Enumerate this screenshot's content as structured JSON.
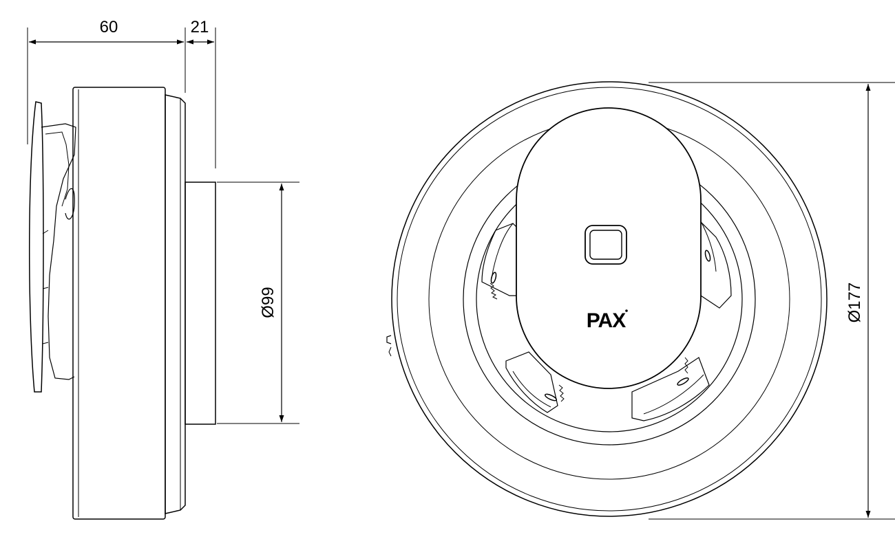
{
  "drawing": {
    "side_view": {
      "dim_depth_body": "60",
      "dim_depth_spigot": "21",
      "dim_spigot_diameter": "Ø99"
    },
    "front_view": {
      "dim_outer_diameter": "Ø177",
      "logo": "PAX"
    }
  }
}
